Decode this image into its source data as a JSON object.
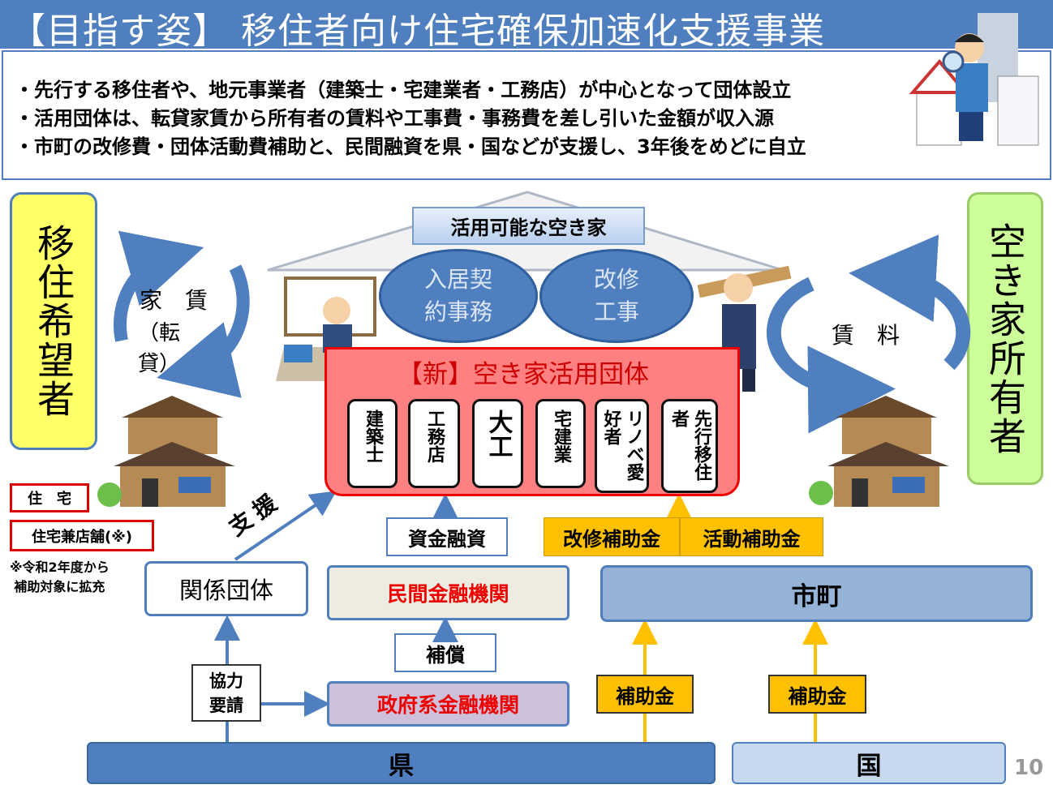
{
  "title": "【目指す姿】 移住者向け住宅確保加速化支援事業",
  "bullets": [
    "・先行する移住者や、地元事業者（建築士・宅建業者・工務店）が中心となって団体設立",
    "・活用団体は、転貸家賃から所有者の賃料や工事費・事務費を差し引いた金額が収入源",
    "・市町の改修費・団体活動費補助と、民間融資を県・国などが支援し、3年後をめどに自立"
  ],
  "left_actor": "移住希望者",
  "right_actor": "空き家所有者",
  "rent_left": "家　賃",
  "rent_left_sub": "（転貸）",
  "rent_right": "賃　料",
  "house_label": "活用可能な空き家",
  "ellipse_contract": "入居契約事務",
  "ellipse_renovation": "改修工事",
  "group_title": "【新】空き家活用団体",
  "members": [
    "建築士",
    "工務店",
    "大工",
    "宅建業",
    "リノベ愛好者",
    "先行移住者"
  ],
  "tag_housing": "住　宅",
  "tag_shop": "住宅兼店舗(※)",
  "note": "※令和2年度から\n補助対象に拡充",
  "support": "支援",
  "related": "関係団体",
  "funding": "資金融資",
  "private_bank": "民間金融機関",
  "guarantee": "補償",
  "gov_bank": "政府系金融機関",
  "cooperation": "協力要請",
  "renovation_subsidy": "改修補助金",
  "activity_subsidy": "活動補助金",
  "municipality": "市町",
  "subsidy1": "補助金",
  "subsidy2": "補助金",
  "prefecture": "県",
  "nation": "国",
  "page": "10"
}
